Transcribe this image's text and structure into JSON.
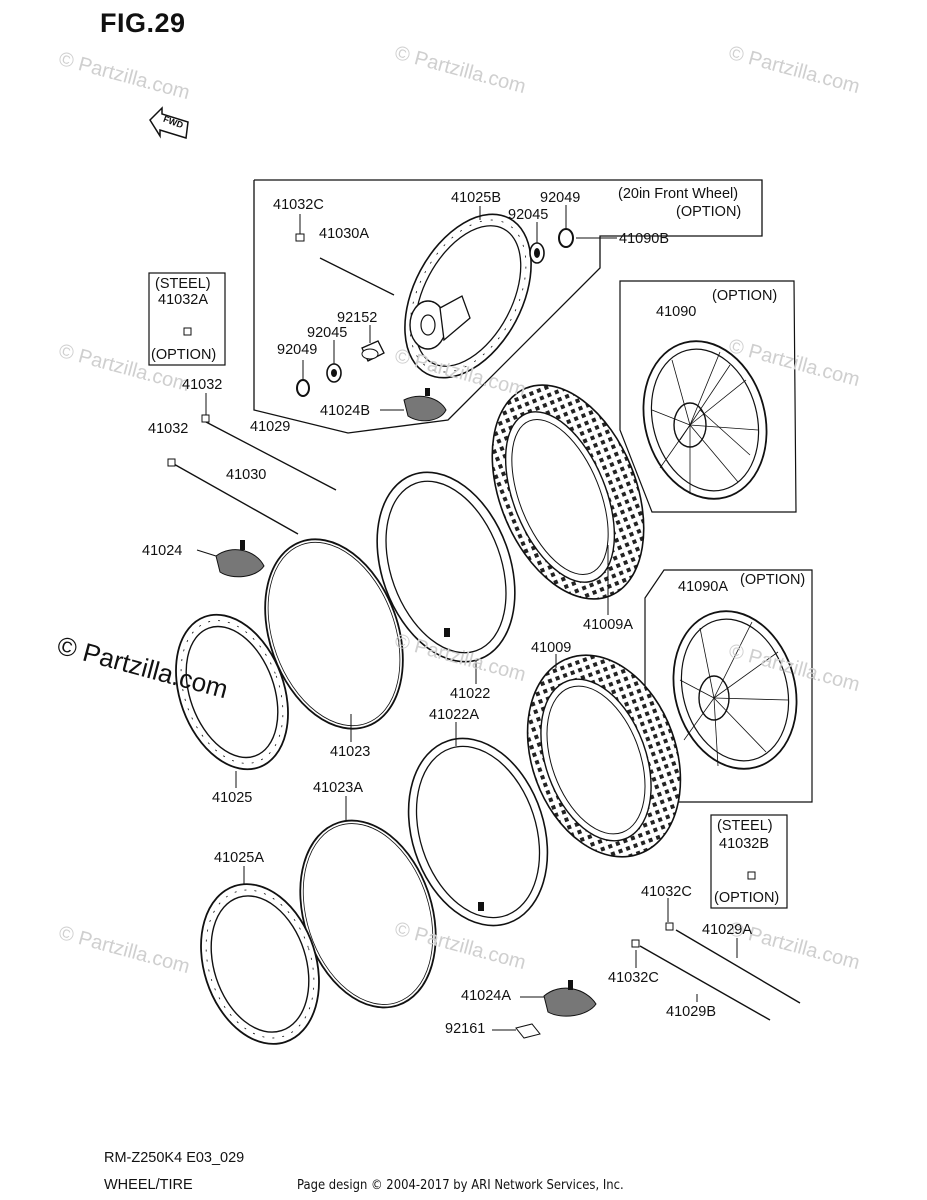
{
  "figure_title": "FIG.29",
  "fwd_label": "FWD",
  "option_box_20in": {
    "line1": "(20in Front Wheel)",
    "line2": "(OPTION)"
  },
  "option_box_41090": "(OPTION)",
  "option_box_41090a": "(OPTION)",
  "steel_box_a": {
    "top": "(STEEL)",
    "part": "41032A",
    "bottom": "(OPTION)"
  },
  "steel_box_b": {
    "top": "(STEEL)",
    "part": "41032B",
    "bottom": "(OPTION)"
  },
  "parts": {
    "p41032C_top": "41032C",
    "p41030A": "41030A",
    "p41025B": "41025B",
    "p92049_top": "92049",
    "p92045_top": "92045",
    "p41090B": "41090B",
    "p92152": "92152",
    "p92045_left": "92045",
    "p92049_left": "92049",
    "p41024B": "41024B",
    "p41032_a": "41032",
    "p41032_b": "41032",
    "p41029": "41029",
    "p41030": "41030",
    "p41090": "41090",
    "p41024": "41024",
    "p41009A": "41009A",
    "p41090A": "41090A",
    "p41022": "41022",
    "p41009": "41009",
    "p41023": "41023",
    "p41025": "41025",
    "p41022A": "41022A",
    "p41023A": "41023A",
    "p41025A": "41025A",
    "p41032C_right1": "41032C",
    "p41029A": "41029A",
    "p41032C_right2": "41032C",
    "p41029B": "41029B",
    "p41024A": "41024A",
    "p92161": "92161"
  },
  "watermark": "© Partzilla.com",
  "footer": {
    "model": "RM-Z250K4 E03_029",
    "name": "WHEEL/TIRE",
    "credit": "Page design © 2004-2017 by ARI Network Services, Inc."
  }
}
